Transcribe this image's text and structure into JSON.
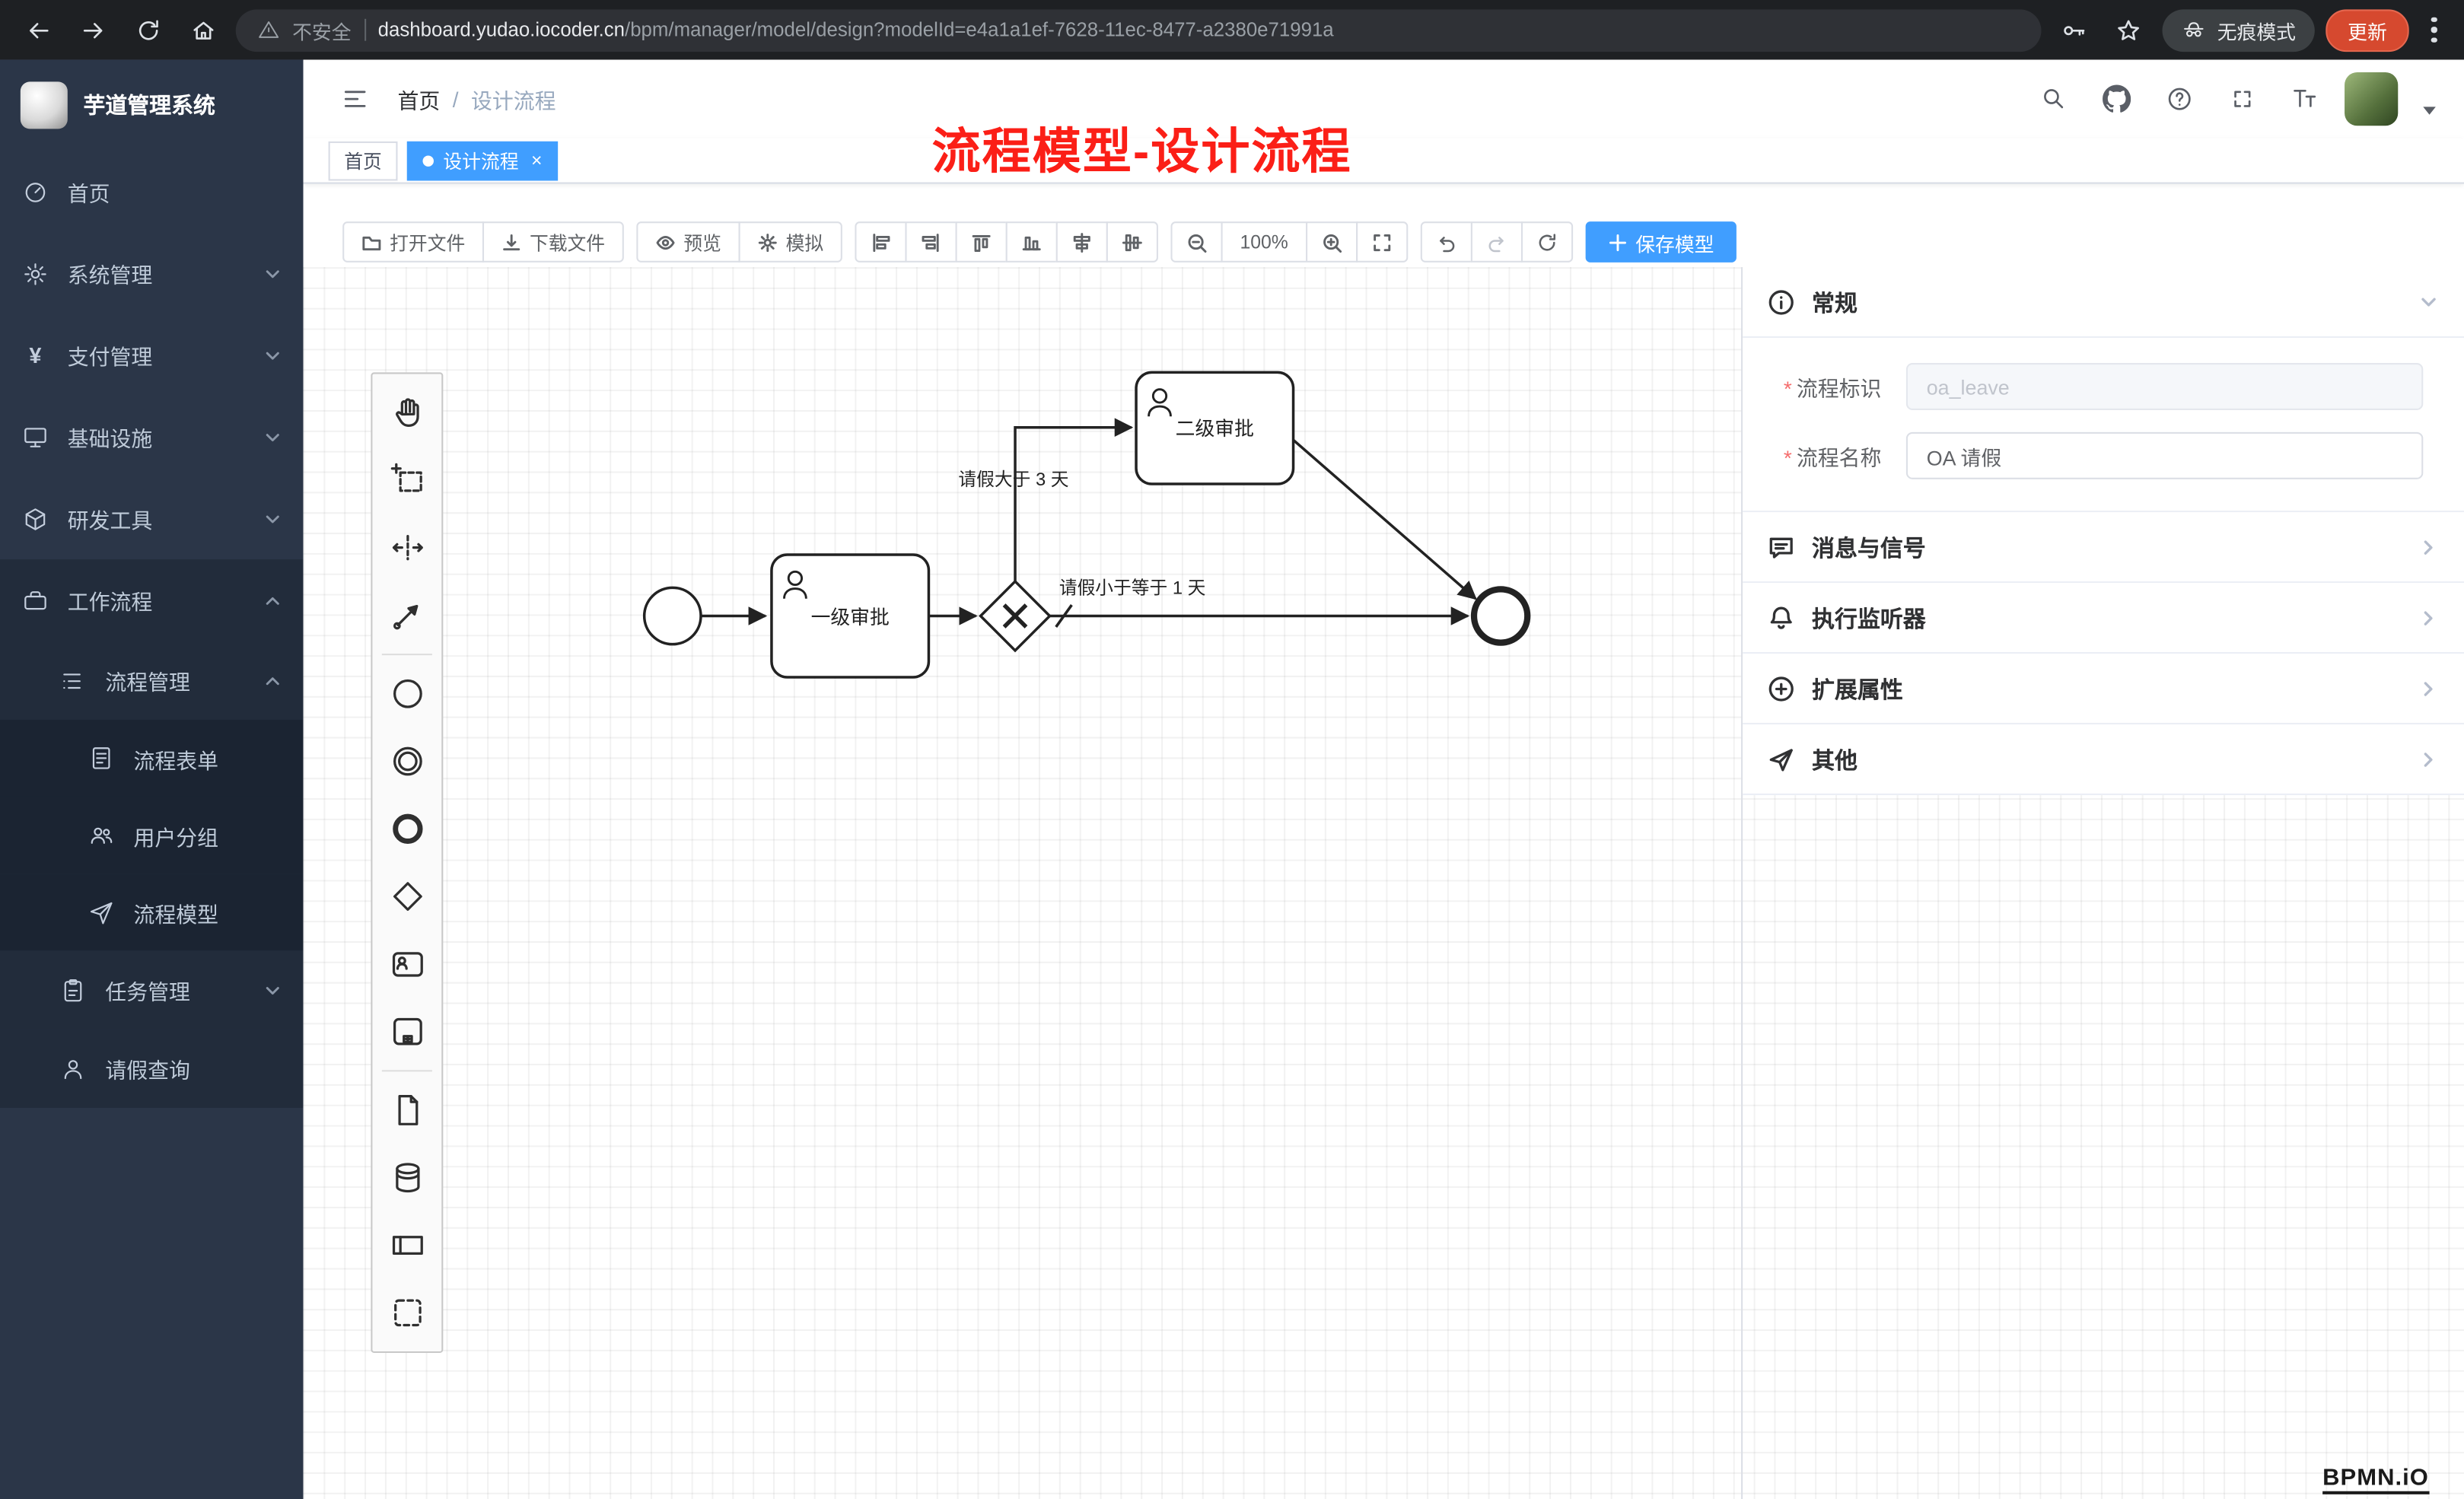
{
  "browser": {
    "security_label": "不安全",
    "url_domain": "dashboard.yudao.iocoder.cn",
    "url_path": "/bpm/manager/model/design?modelId=e4a1a1ef-7628-11ec-8477-a2380e71991a",
    "incognito_label": "无痕模式",
    "update_label": "更新"
  },
  "sidebar": {
    "title": "芋道管理系统",
    "items": [
      {
        "label": "首页"
      },
      {
        "label": "系统管理"
      },
      {
        "label": "支付管理"
      },
      {
        "label": "基础设施"
      },
      {
        "label": "研发工具"
      },
      {
        "label": "工作流程"
      },
      {
        "label": "流程管理"
      },
      {
        "label": "流程表单"
      },
      {
        "label": "用户分组"
      },
      {
        "label": "流程模型"
      },
      {
        "label": "任务管理"
      },
      {
        "label": "请假查询"
      }
    ]
  },
  "header": {
    "breadcrumb_home": "首页",
    "breadcrumb_current": "设计流程"
  },
  "annotation": "流程模型-设计流程",
  "tabs": {
    "home": "首页",
    "active": "设计流程",
    "close": "×"
  },
  "toolbar": {
    "open": "打开文件",
    "download": "下载文件",
    "preview": "预览",
    "simulate": "模拟",
    "zoom_level": "100%",
    "save": "保存模型"
  },
  "diagram": {
    "task1": "一级审批",
    "task2": "二级审批",
    "flow_gt": "请假大于 3 天",
    "flow_lte": "请假小于等于 1 天"
  },
  "properties": {
    "general_title": "常规",
    "field_key_label": "流程标识",
    "field_key_value": "oa_leave",
    "field_name_label": "流程名称",
    "field_name_value": "OA 请假",
    "sections": [
      {
        "label": "消息与信号"
      },
      {
        "label": "执行监听器"
      },
      {
        "label": "扩展属性"
      },
      {
        "label": "其他"
      }
    ]
  },
  "watermark": "BPMN.iO"
}
